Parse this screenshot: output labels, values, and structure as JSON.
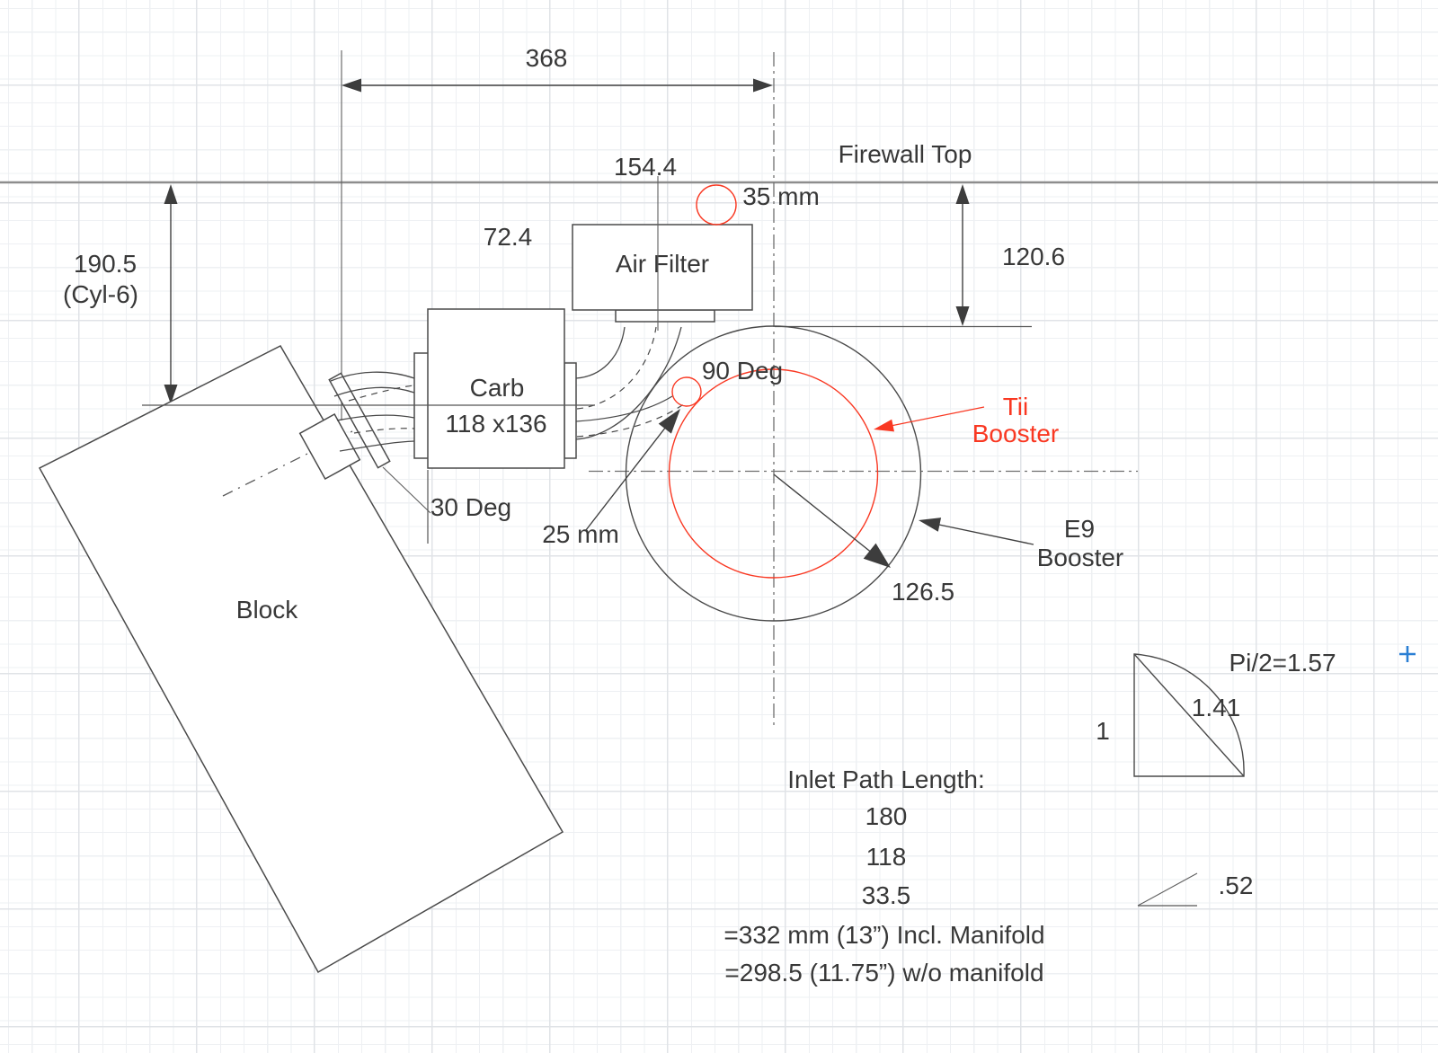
{
  "colors": {
    "ink": "#383838",
    "ink-line": "#4a4a4a",
    "accent-red": "#f93822",
    "accent-blue": "#2a7fd4",
    "grid-minor": "#eef0f3",
    "grid-major": "#e0e3e7",
    "firewall-gray": "#8d8d8d"
  },
  "dimensions": {
    "width_368": "368",
    "height_190_5": "190.5",
    "height_190_5_note": "(Cyl-6)",
    "height_120_6": "120.6",
    "offset_154_4": "154.4",
    "offset_72_4": "72.4",
    "circle_35": "35 mm",
    "angle_90": "90 Deg",
    "angle_30": "30 Deg",
    "radius_25": "25 mm",
    "radius_126_5": "126.5"
  },
  "labels": {
    "firewall_top": "Firewall Top",
    "block": "Block",
    "carb": "Carb",
    "carb_size": "118 x136",
    "air_filter": "Air Filter",
    "tii_line1": "Tii",
    "tii_line2": "Booster",
    "e9_line1": "E9",
    "e9_line2": "Booster"
  },
  "math_notes": {
    "pi_half": "Pi/2=1.57",
    "diagonal": "1.41",
    "unit": "1",
    "ratio": ".52",
    "cursor_plus": "+"
  },
  "inlet_path": {
    "title": "Inlet Path Length:",
    "values": [
      "180",
      "118",
      "33.5"
    ],
    "total_with_manifold": "=332 mm (13”) Incl. Manifold",
    "total_without_manifold": "=298.5 (11.75”) w/o manifold"
  }
}
